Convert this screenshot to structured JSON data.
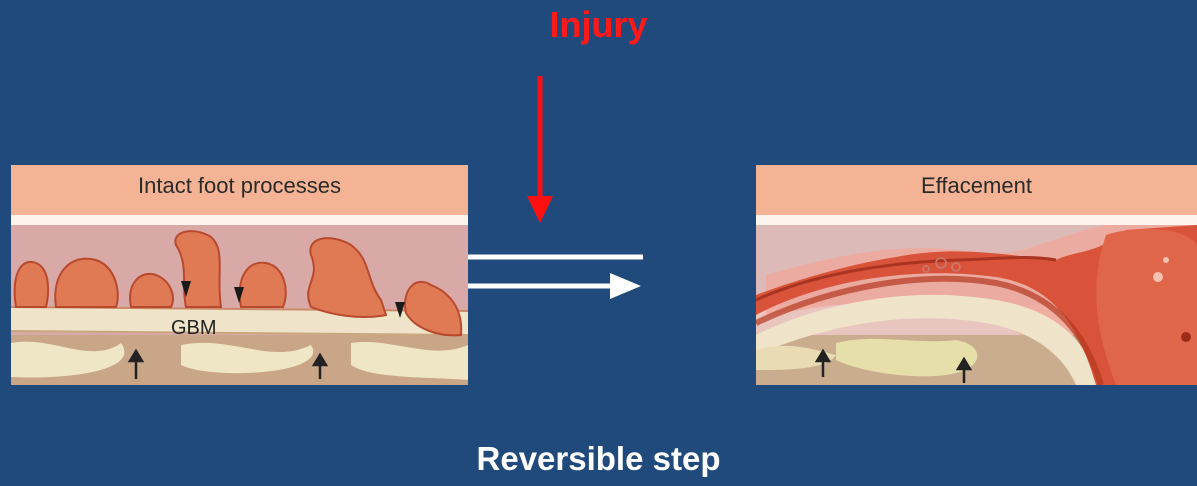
{
  "title": "Injury",
  "caption": "Reversible step",
  "panels": {
    "left": {
      "label": "Intact foot processes",
      "gbm_label": "GBM"
    },
    "right": {
      "label": "Effacement"
    }
  },
  "colors": {
    "background": "#204a7c",
    "injury": "#ff1a1a",
    "cell": "#e07a55",
    "cell_dark": "#b8492c",
    "header": "#f4b394",
    "gbm": "#efe4c9"
  }
}
